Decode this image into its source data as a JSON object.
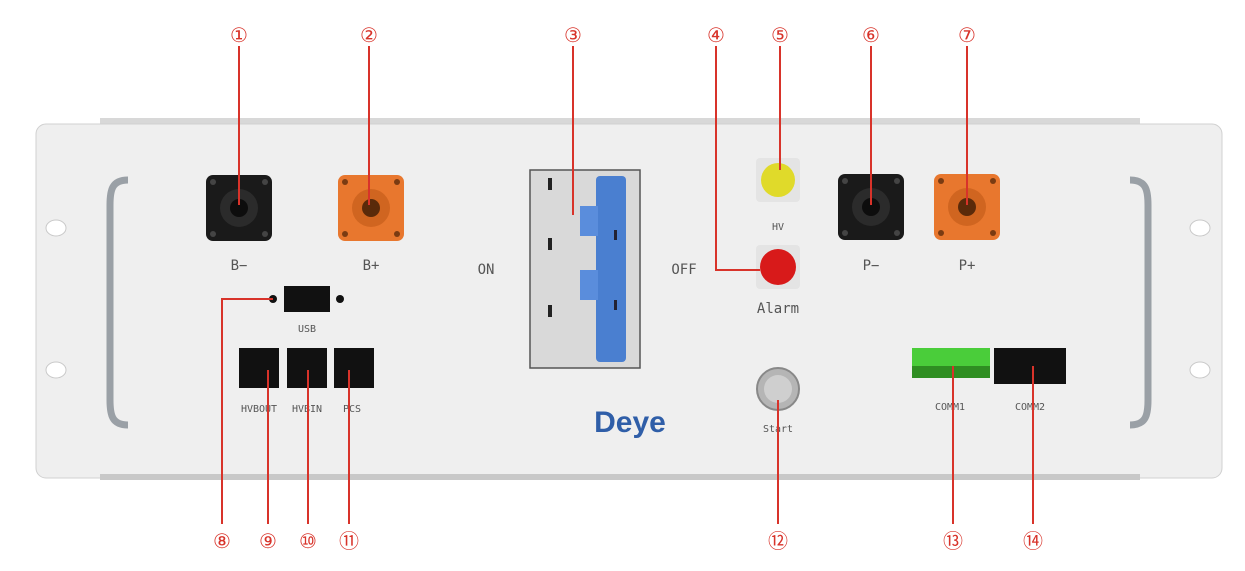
{
  "colors": {
    "callout": "#d8332a",
    "panel": "#eeeeee",
    "connector_black": "#1a1a1a",
    "connector_orange": "#e8772e",
    "breaker_blue": "#4a7fd0",
    "led_yellow": "#e0da2a",
    "led_red": "#d81a1a",
    "comm1_green": "#4acd3a",
    "brand_blue": "#2f5ea8"
  },
  "callouts": [
    "①",
    "②",
    "③",
    "④",
    "⑤",
    "⑥",
    "⑦",
    "⑧",
    "⑨",
    "⑩",
    "⑪",
    "⑫",
    "⑬",
    "⑭"
  ],
  "labels": {
    "b_minus": "B−",
    "b_plus": "B+",
    "on": "ON",
    "off": "OFF",
    "hv": "HV",
    "alarm": "Alarm",
    "p_minus": "P−",
    "p_plus": "P+",
    "usb": "USB",
    "hvbout": "HVBOUT",
    "hvbin": "HVBIN",
    "pcs": "PCS",
    "start": "Start",
    "comm1": "COMM1",
    "comm2": "COMM2"
  },
  "brand": "Deye"
}
